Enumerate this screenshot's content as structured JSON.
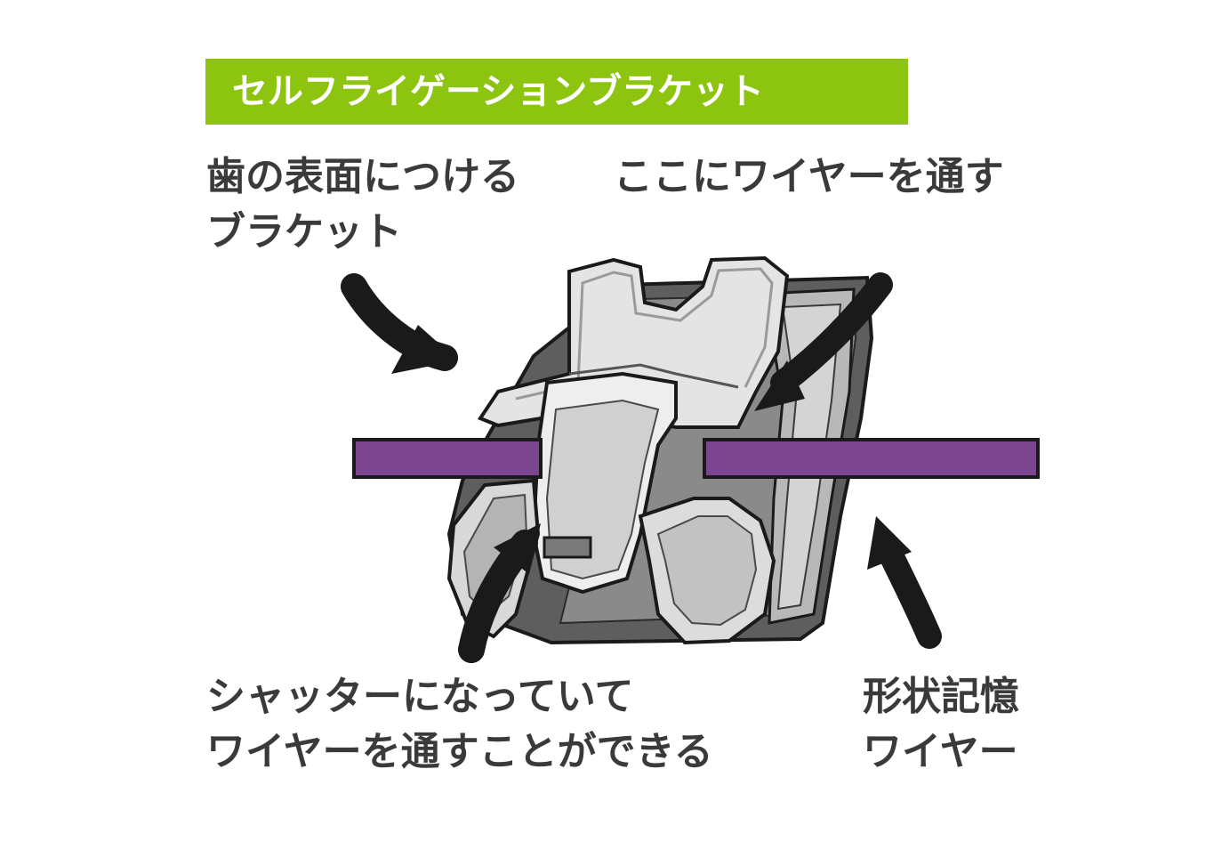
{
  "title": "セルフライゲーションブラケット",
  "labels": {
    "bracket": [
      "歯の表面につける",
      "ブラケット"
    ],
    "slot": [
      "ここにワイヤーを通す"
    ],
    "shutter": [
      "シャッターになっていて",
      "ワイヤーを通すことができる"
    ],
    "wire": [
      "形状記憶",
      "ワイヤー"
    ]
  },
  "colors": {
    "banner": "#8cc410",
    "wire": "#7b4590",
    "text": "#3a3a3a",
    "bracket_light": "#e4e4e4",
    "bracket_dark": "#5e5e5e"
  }
}
